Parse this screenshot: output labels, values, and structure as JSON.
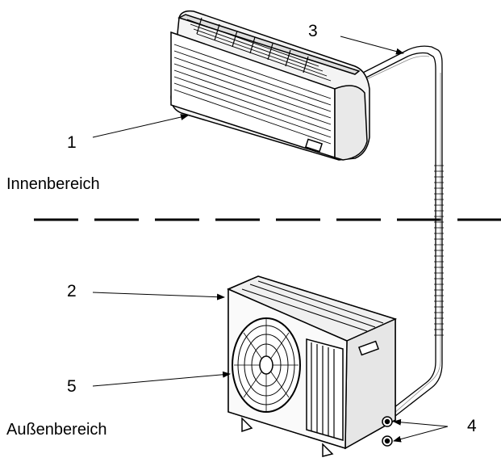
{
  "labels": {
    "indoor_area": "Innenbereich",
    "outdoor_area": "Außenbereich"
  },
  "callouts": {
    "c1": "1",
    "c2": "2",
    "c3": "3",
    "c4": "4",
    "c5": "5"
  },
  "colors": {
    "line": "#000000",
    "background": "#ffffff",
    "shade": "#d9d9d9"
  }
}
